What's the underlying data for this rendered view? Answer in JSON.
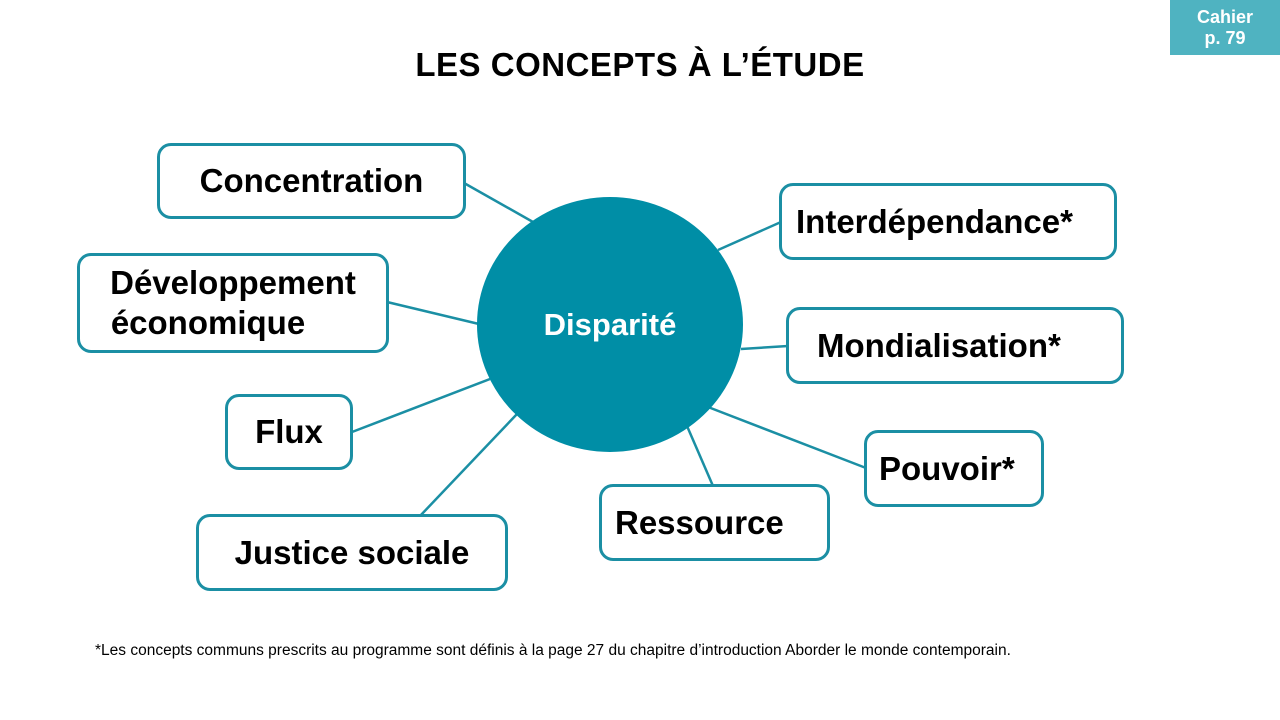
{
  "badge": {
    "line1": "Cahier",
    "line2": "p. 79"
  },
  "title": "LES CONCEPTS À L’ÉTUDE",
  "hub": {
    "label": "Disparité",
    "color": "#008ea6"
  },
  "concepts": {
    "concentration": "Concentration",
    "developpement_line1": "Développement",
    "developpement_line2": "économique",
    "flux": "Flux",
    "justice_sociale": "Justice sociale",
    "ressource": "Ressource",
    "pouvoir": "Pouvoir*",
    "mondialisation": "Mondialisation*",
    "interdependance": "Interdépendance*"
  },
  "footnote": "*Les concepts communs prescrits au programme sont définis à la page 27 du chapitre d’introduction Aborder le monde contemporain.",
  "colors": {
    "box_border": "#1b8fa4",
    "connector": "#1b8fa4",
    "badge": "#4fb3c1"
  }
}
